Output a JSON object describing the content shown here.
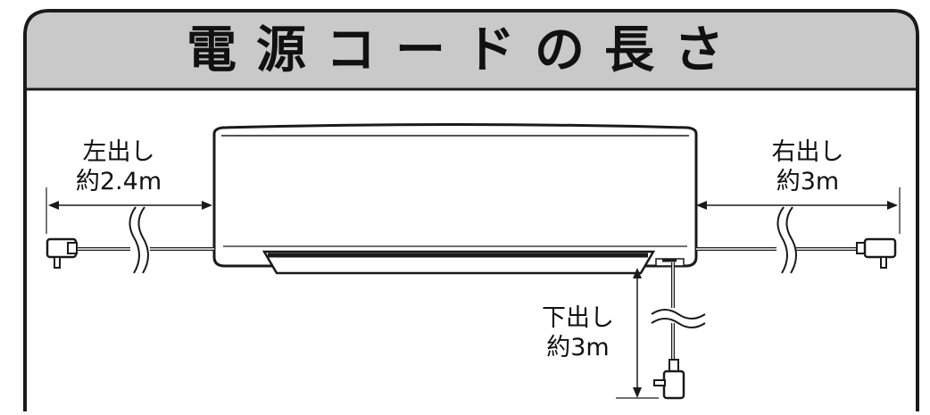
{
  "title": "電源コードの長さ",
  "left_outlet": {
    "line1": "左出し",
    "line2": "約2.4m"
  },
  "right_outlet": {
    "line1": "右出し",
    "line2": "約3m"
  },
  "bottom_outlet": {
    "line1": "下出し",
    "line2": "約3m"
  },
  "colors": {
    "header_bg": "#c9c9c9",
    "frame": "#1a1a1a",
    "cord": "#8a8a8a"
  }
}
